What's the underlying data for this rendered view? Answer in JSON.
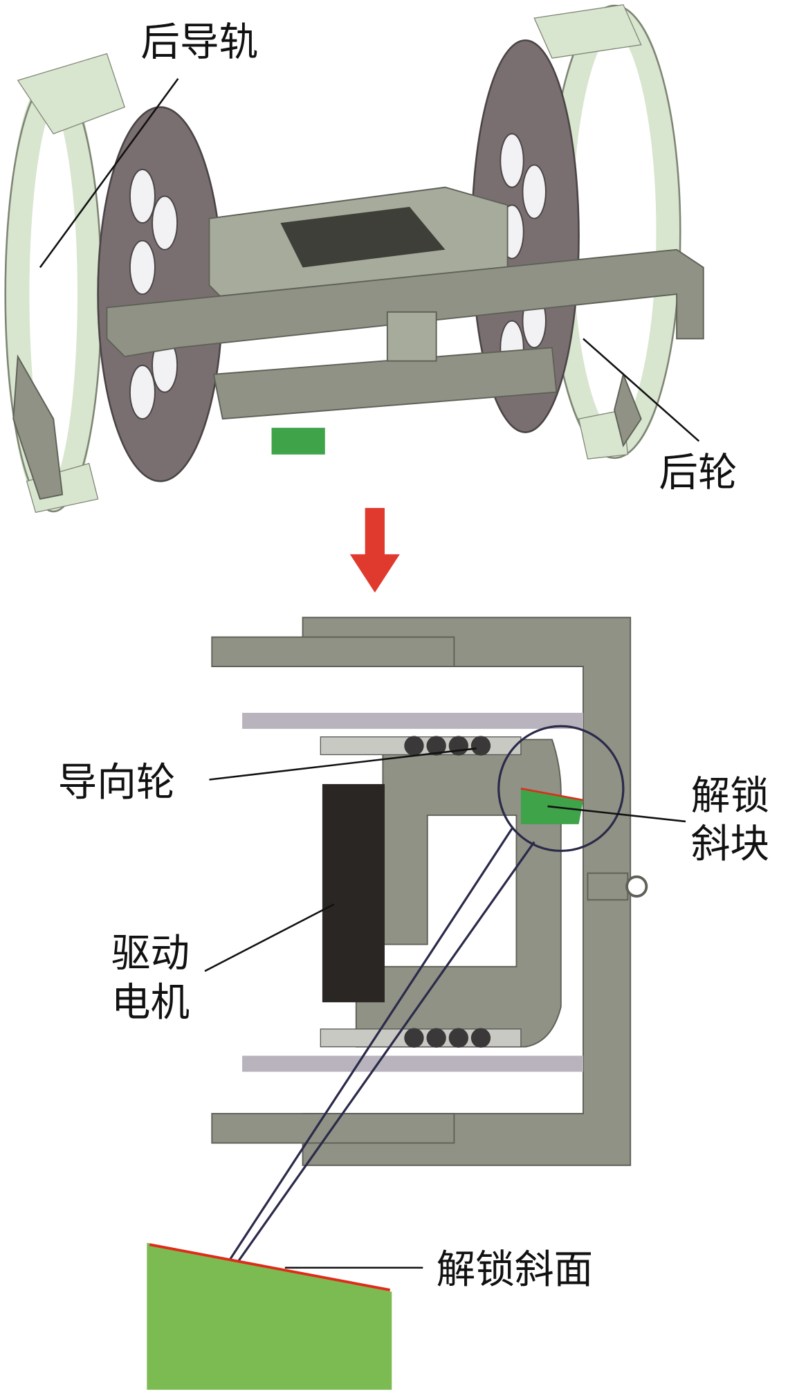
{
  "labels": {
    "rear_rail": "后导轨",
    "rear_wheel": "后轮",
    "guide_wheel": "导向轮",
    "unlock_block_line1": "解锁",
    "unlock_block_line2": "斜块",
    "drive_motor_line1": "驱动",
    "drive_motor_line2": "电机",
    "unlock_slope": "解锁斜面"
  },
  "colors": {
    "arrow": "#e03a2f",
    "slope_block": "#7cbb52",
    "slope_edge": "#e02a1a",
    "frame": "#8f9284",
    "motor": "#2a2624"
  }
}
